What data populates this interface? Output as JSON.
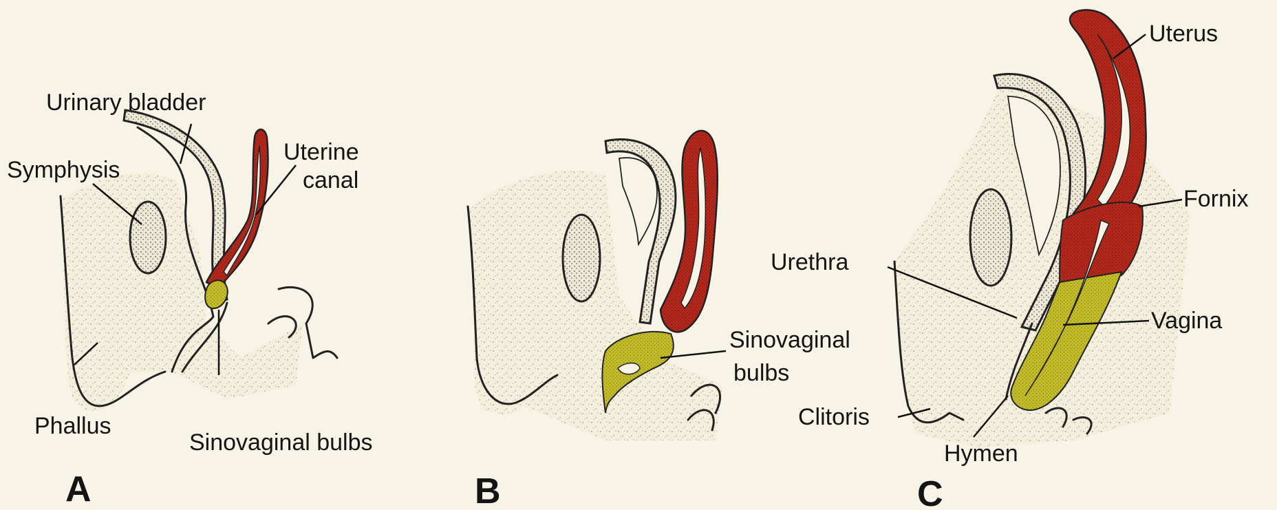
{
  "colors": {
    "background": "#f7f3e6",
    "uterine_red": "#b3281c",
    "sinovaginal_yellow": "#c4bd2a",
    "outline": "#222222",
    "stipple": "#9c9684"
  },
  "panels": {
    "A": {
      "letter": "A",
      "labels": {
        "urinary_bladder": "Urinary bladder",
        "symphysis": "Symphysis",
        "uterine_line1": "Uterine",
        "uterine_line2": "canal",
        "phallus": "Phallus",
        "sinovaginal_bulbs": "Sinovaginal bulbs"
      }
    },
    "B": {
      "letter": "B",
      "labels": {
        "sinovaginal_line1": "Sinovaginal",
        "sinovaginal_line2": "bulbs"
      }
    },
    "C": {
      "letter": "C",
      "labels": {
        "uterus": "Uterus",
        "fornix": "Fornix",
        "urethra": "Urethra",
        "vagina": "Vagina",
        "clitoris": "Clitoris",
        "hymen": "Hymen"
      }
    }
  }
}
